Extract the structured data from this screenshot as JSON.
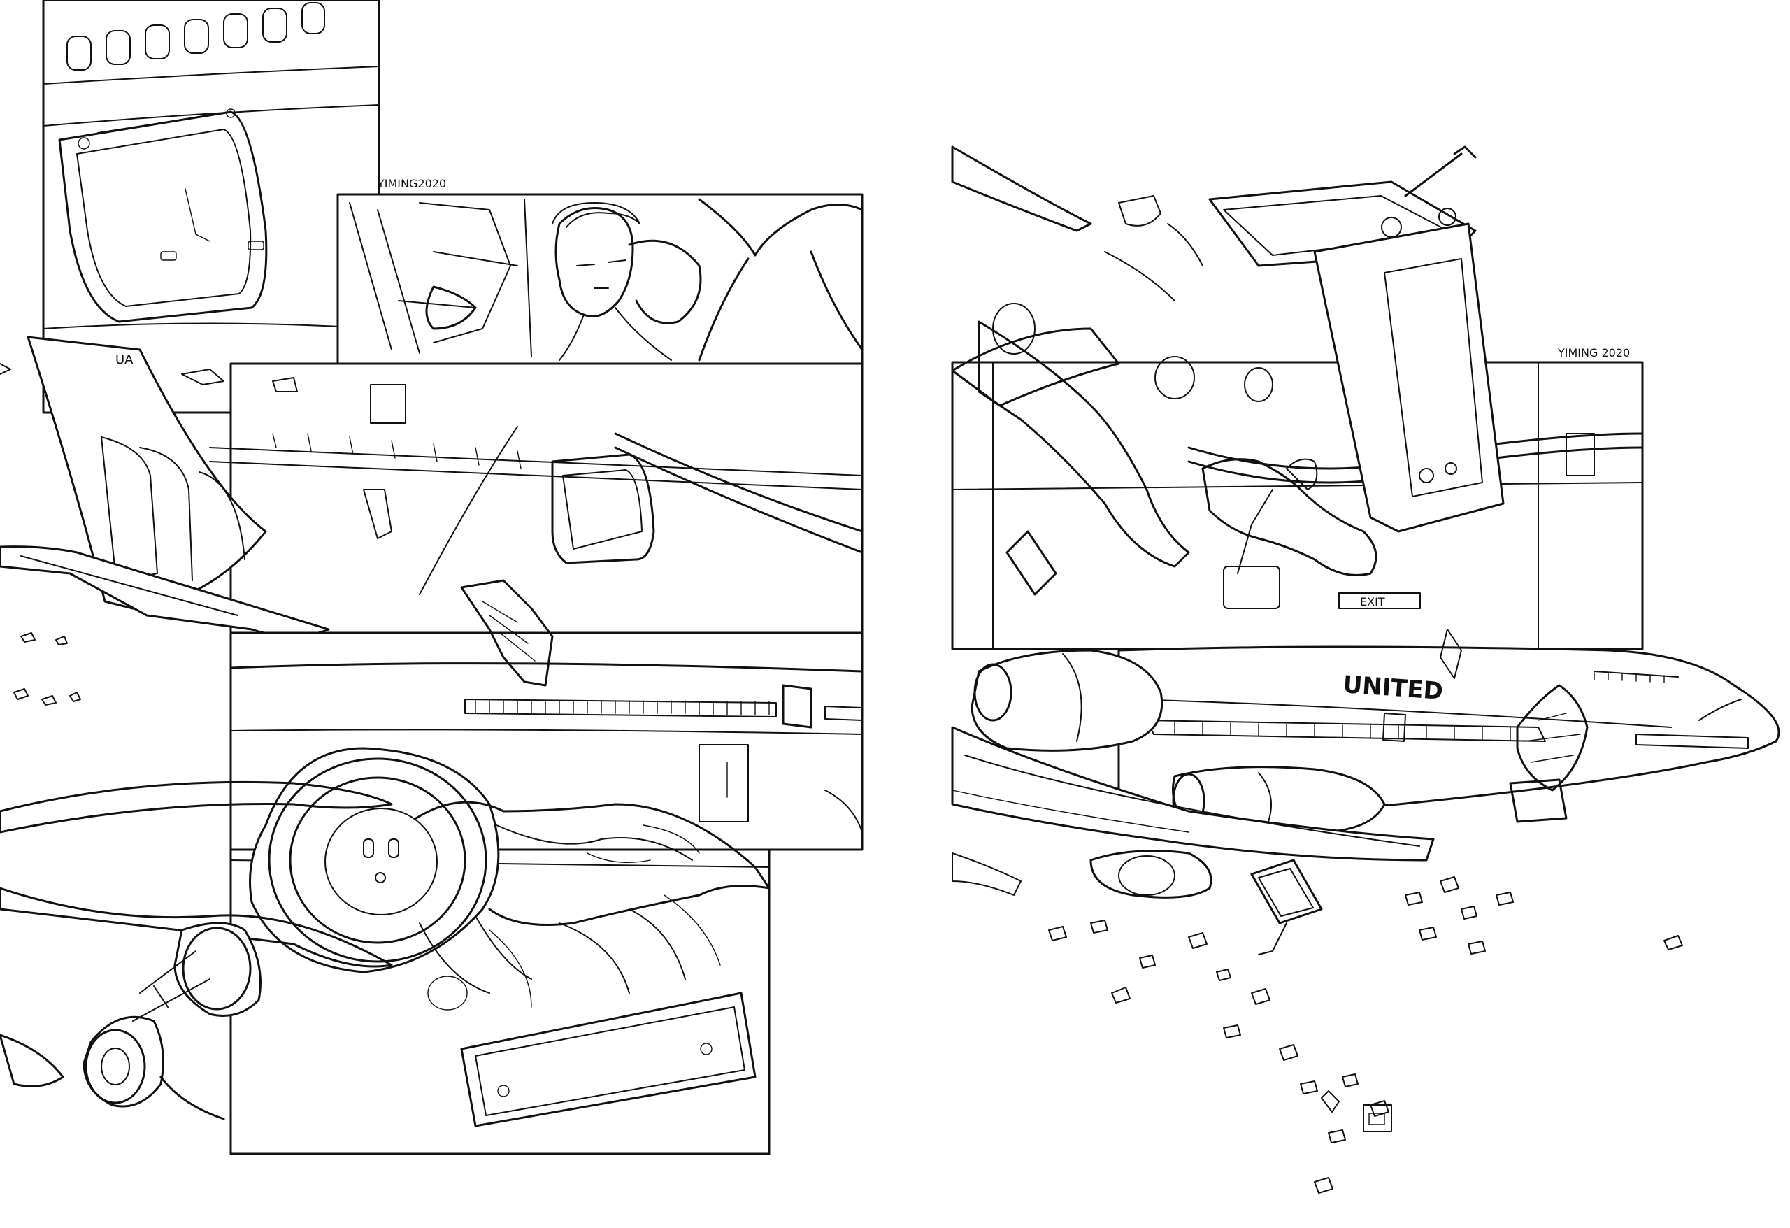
{
  "pages": {
    "left": {
      "signature": "YIMING2020",
      "tail_code": "UA"
    },
    "right": {
      "signature": "YIMING 2020",
      "exit_sign": "EXIT",
      "fuselage_lettering": "UNITED"
    }
  },
  "colors": {
    "ink": "#111111",
    "paper": "#ffffff"
  }
}
